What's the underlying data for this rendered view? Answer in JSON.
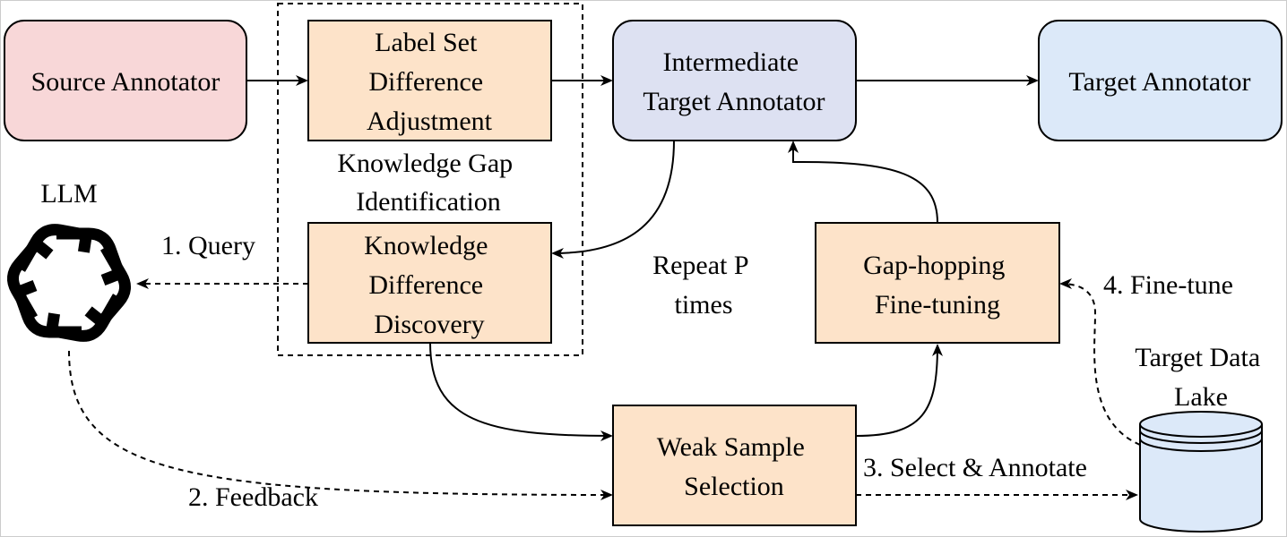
{
  "colors": {
    "source_fill": "#f8d7d8",
    "orange_fill": "#fde3c9",
    "intermediate_fill": "#dde1f2",
    "target_fill": "#dce9f9",
    "lake_fill": "#dce9f9",
    "stroke": "#000000"
  },
  "nodes": {
    "source_annotator": {
      "lines": [
        "Source Annotator"
      ]
    },
    "label_set_adjustment": {
      "lines": [
        "Label Set",
        "Difference",
        "Adjustment"
      ]
    },
    "intermediate_annotator": {
      "lines": [
        "Intermediate",
        "Target Annotator"
      ]
    },
    "target_annotator": {
      "lines": [
        "Target Annotator"
      ]
    },
    "knowledge_gap_identification": {
      "lines": [
        "Knowledge Gap",
        "Identification"
      ]
    },
    "knowledge_difference_discovery": {
      "lines": [
        "Knowledge",
        "Difference",
        "Discovery"
      ]
    },
    "llm": {
      "label": "LLM",
      "icon": "openai-logo-icon"
    },
    "repeat_note": {
      "lines": [
        "Repeat P",
        "times"
      ]
    },
    "gap_hopping_finetuning": {
      "lines": [
        "Gap-hopping",
        "Fine-tuning"
      ]
    },
    "target_data_lake": {
      "lines": [
        "Target Data",
        "Lake"
      ],
      "icon": "database-icon"
    },
    "weak_sample_selection": {
      "lines": [
        "Weak Sample",
        "Selection"
      ]
    }
  },
  "edges": {
    "query": "1. Query",
    "feedback": "2. Feedback",
    "select_annotate": "3. Select & Annotate",
    "fine_tune": "4. Fine-tune"
  }
}
